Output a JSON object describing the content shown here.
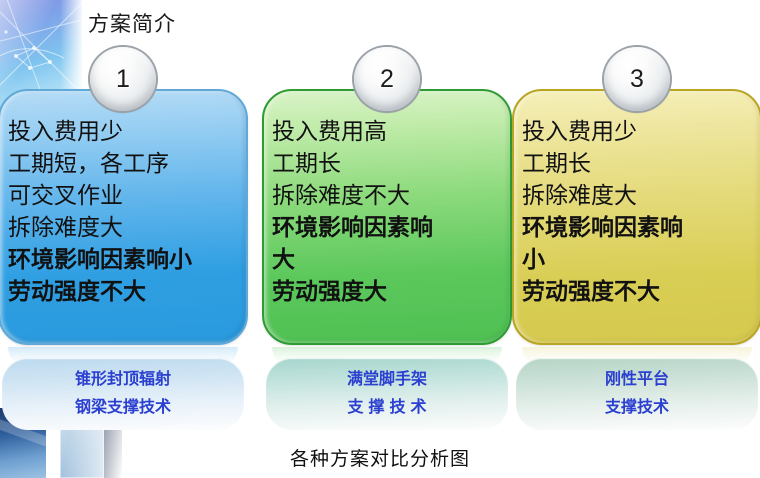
{
  "slide": {
    "title": "方案简介",
    "caption": "各种方案对比分析图"
  },
  "colors": {
    "card1_top": "#b6dcf6",
    "card1_bottom": "#2a9ade",
    "card2_top": "#d9f3c8",
    "card2_bottom": "#4fc053",
    "card3_top": "#f6f0bb",
    "card3_bottom": "#d5c94e",
    "pill_text": "#2b3fd0",
    "badge_fill": "#eceff1",
    "deco_blue": "#7fa0e8"
  },
  "options": [
    {
      "number": "1",
      "lines": [
        {
          "text": "投入费用少",
          "bold": false
        },
        {
          "text": "工期短，各工序",
          "bold": false
        },
        {
          "text": "可交叉作业",
          "bold": false
        },
        {
          "text": "拆除难度大",
          "bold": false
        },
        {
          "text": "环境影响因素响小",
          "bold": true
        },
        {
          "text": "劳动强度不大",
          "bold": true
        }
      ],
      "label_line1": "锥形封顶辐射",
      "label_line2": "钢梁支撑技术",
      "label_line2_spaced": false
    },
    {
      "number": "2",
      "lines": [
        {
          "text": "投入费用高",
          "bold": false
        },
        {
          "text": "工期长",
          "bold": false
        },
        {
          "text": "拆除难度不大",
          "bold": false
        },
        {
          "text": "环境影响因素响",
          "bold": true
        },
        {
          "text": "大",
          "bold": true
        },
        {
          "text": "劳动强度大",
          "bold": true
        }
      ],
      "label_line1": "满堂脚手架",
      "label_line2": "支撑技术",
      "label_line2_spaced": true
    },
    {
      "number": "3",
      "lines": [
        {
          "text": "投入费用少",
          "bold": false
        },
        {
          "text": "工期长",
          "bold": false
        },
        {
          "text": "拆除难度大",
          "bold": false
        },
        {
          "text": "环境影响因素响",
          "bold": true
        },
        {
          "text": "小",
          "bold": true
        },
        {
          "text": "劳动强度不大",
          "bold": true
        }
      ],
      "label_line1": "刚性平台",
      "label_line2": "支撑技术",
      "label_line2_spaced": false
    }
  ]
}
